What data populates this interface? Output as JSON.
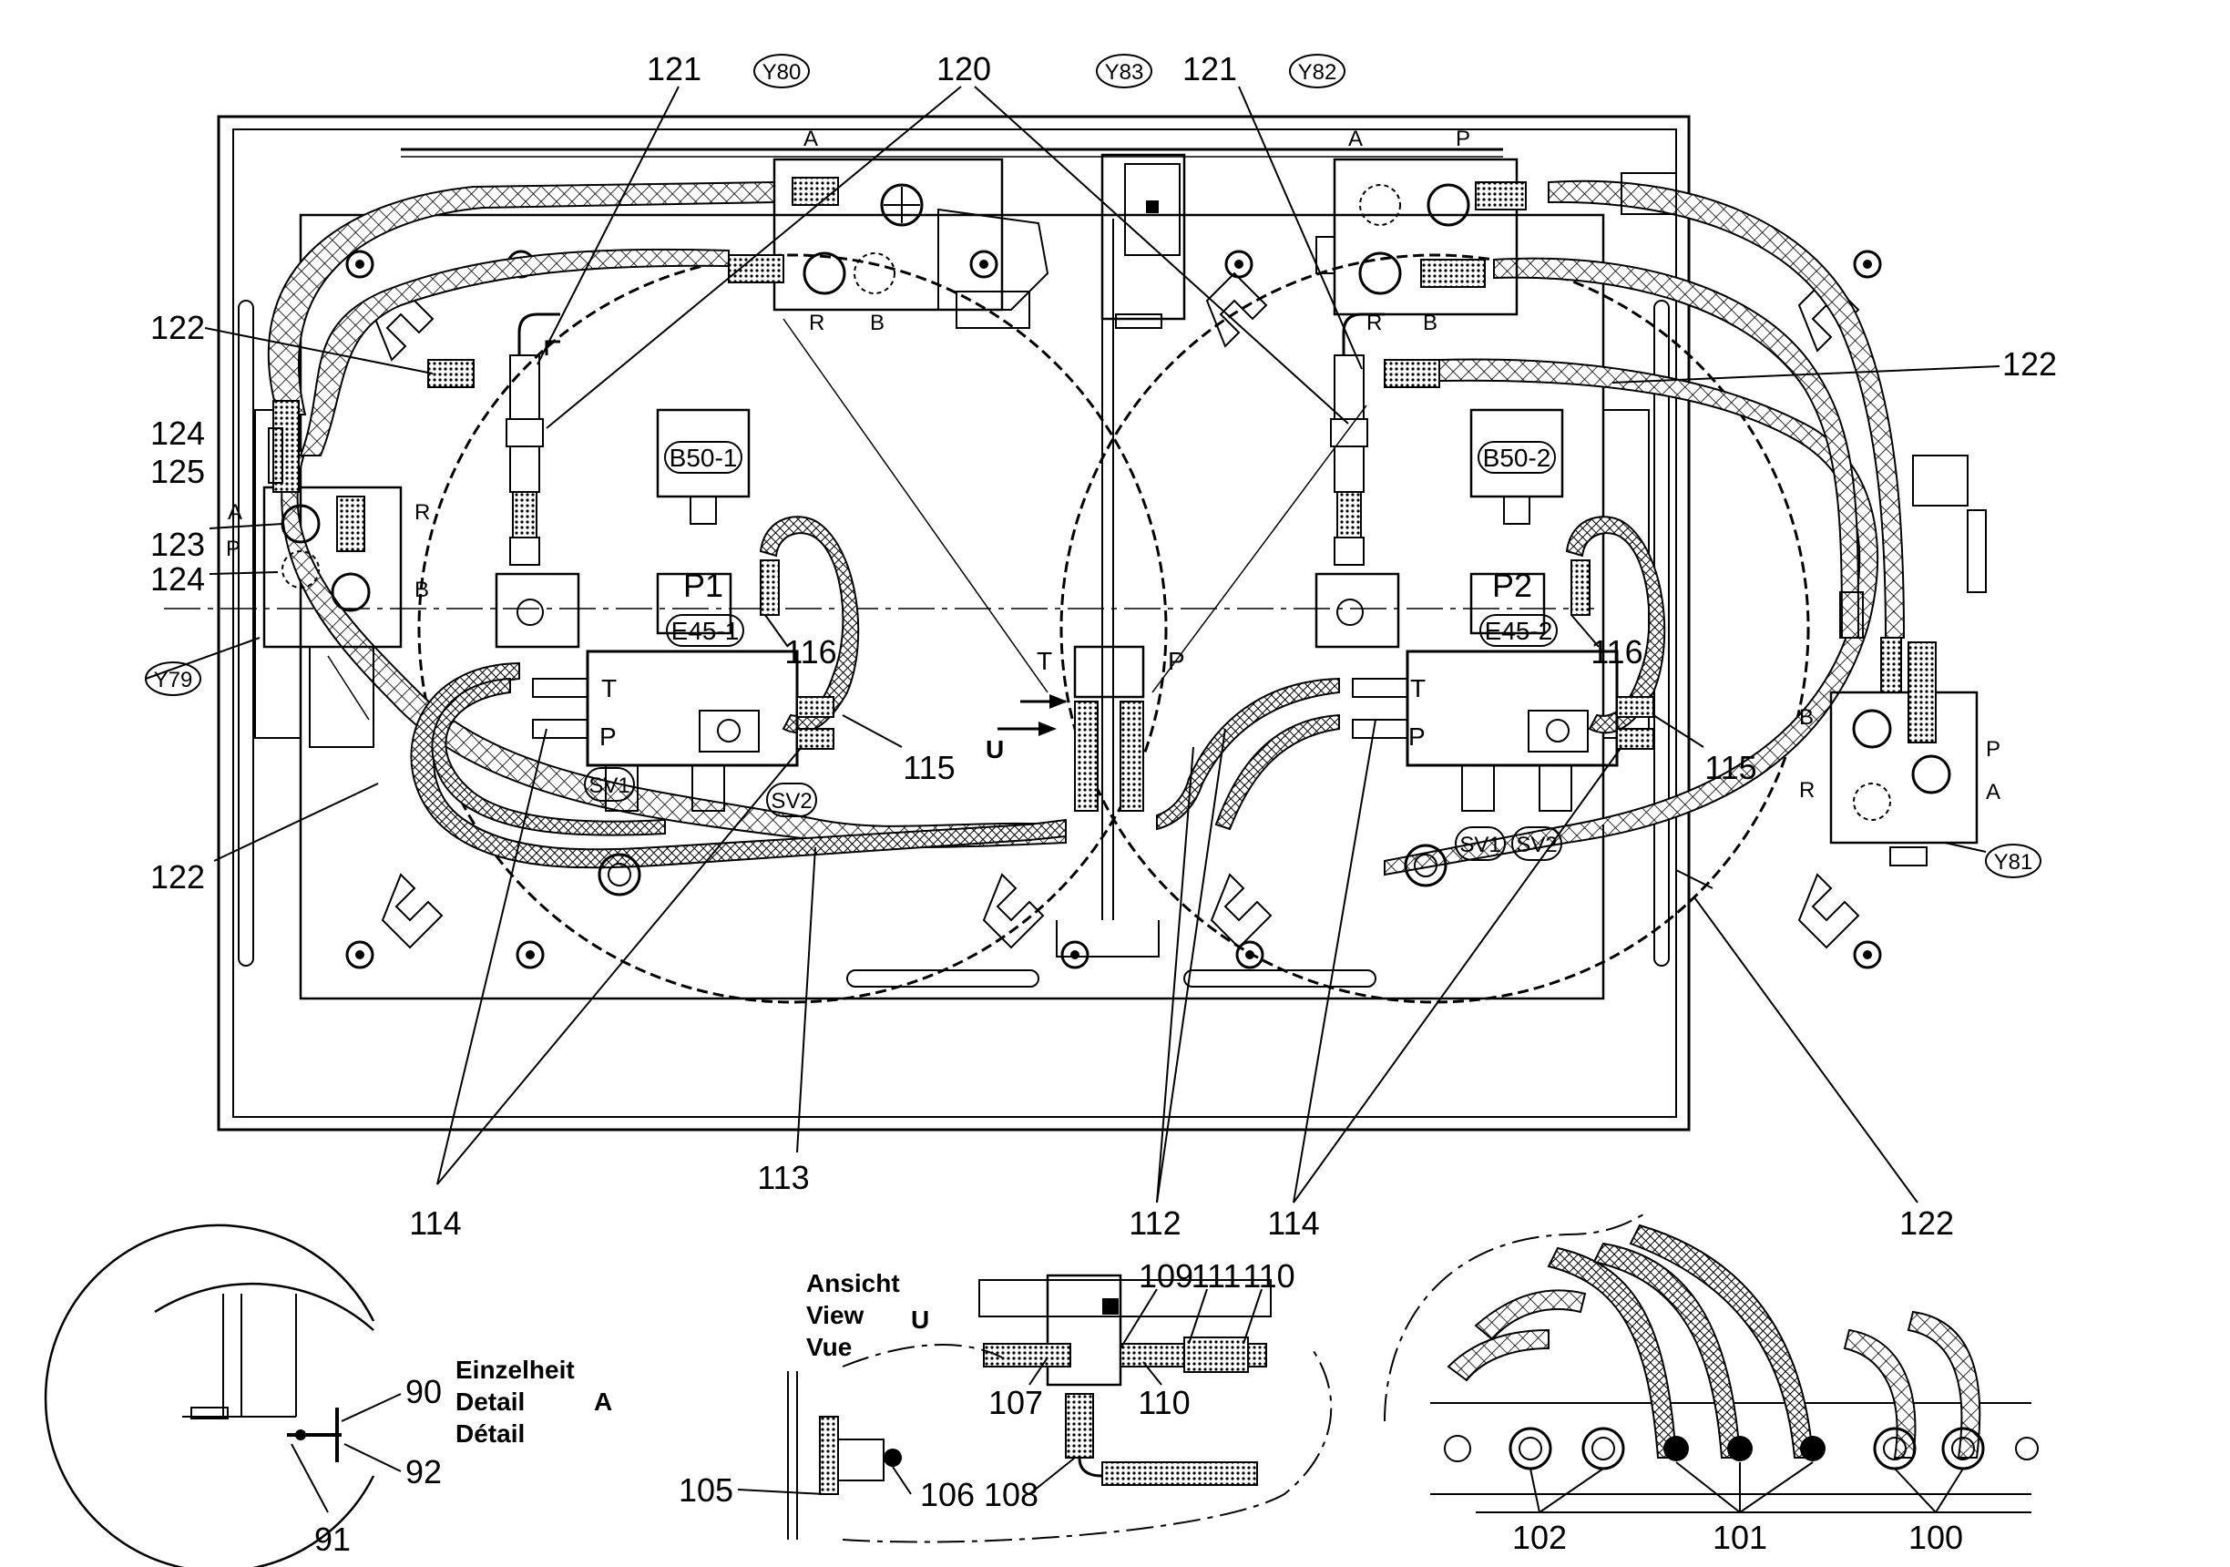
{
  "callouts": {
    "c120": "120",
    "c121_left": "121",
    "c121_right": "121",
    "c122_top_left": "122",
    "c122_top_right": "122",
    "c122_mid_left": "122",
    "c122_bottom_right": "122",
    "c124_top": "124",
    "c125": "125",
    "c123": "123",
    "c124_low": "124",
    "c116_left": "116",
    "c116_right": "116",
    "c115_left": "115",
    "c115_right": "115",
    "c114_left": "114",
    "c114_right": "114",
    "c113": "113",
    "c112": "112",
    "c109": "109",
    "c111": "111",
    "c110_top": "110",
    "c110_mid": "110",
    "c107": "107",
    "c108": "108",
    "c105": "105",
    "c106": "106",
    "c90": "90",
    "c91": "91",
    "c92": "92",
    "c102": "102",
    "c101": "101",
    "c100": "100"
  },
  "tags": {
    "y80": "Y80",
    "y83": "Y83",
    "y82": "Y82",
    "y79": "Y79",
    "y81": "Y81",
    "b50_1": "B50-1",
    "b50_2": "B50-2",
    "e45_1": "E45-1",
    "e45_2": "E45-2",
    "sv1_left": "SV1",
    "sv2_left": "SV2",
    "sv1_right": "SV1",
    "sv2_right": "SV2"
  },
  "port_labels": {
    "p1": "P1",
    "p2": "P2",
    "t_left": "T",
    "p_left": "P",
    "t_center": "T",
    "p_center": "P",
    "t_right": "T",
    "p_right": "P",
    "u_arrow": "U",
    "y79_a": "A",
    "y79_p": "P",
    "y79_r": "R",
    "y79_b": "B",
    "y80_a": "A",
    "y80_r": "R",
    "y80_b": "B",
    "y82_a": "A",
    "y82_p": "P",
    "y82_r": "R",
    "y82_b": "B",
    "y81_b": "B",
    "y81_p": "P",
    "y81_r": "R",
    "y81_a": "A"
  },
  "view_u": {
    "line1": "Ansicht",
    "line2": "View",
    "line3": "Vue",
    "letter": "U"
  },
  "detail_a": {
    "line1": "Einzelheit",
    "line2": "Detail",
    "line3": "Détail",
    "letter": "A"
  }
}
